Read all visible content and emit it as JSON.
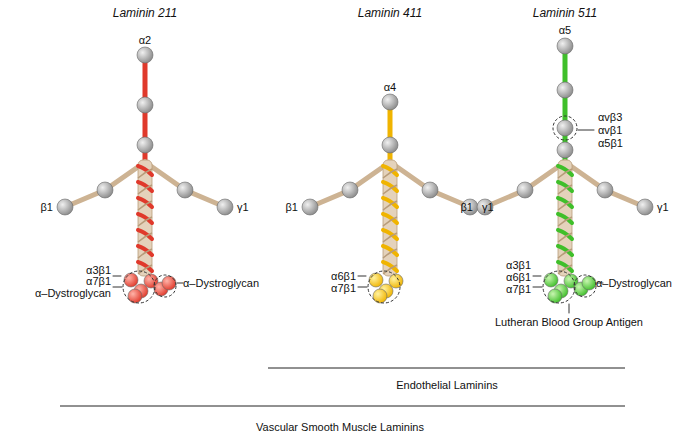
{
  "diagram": {
    "labels": [
      "Laminin 211",
      "Laminin 411",
      "Laminin 511",
      "α2",
      "β1",
      "γ1",
      "α3β1",
      "α7β1",
      "α–Dystroglycan",
      "α–Dystroglycan",
      "α4",
      "β1",
      "γ1",
      "α6β1",
      "α7β1",
      "α5",
      "αvβ3",
      "αvβ1",
      "α5β1",
      "β1",
      "γ1",
      "α3β1",
      "α6β1",
      "α7β1",
      "α–Dystroglycan",
      "Lutheran Blood Group Antigen",
      "Endothelial Laminins",
      "Vascular Smooth Muscle Laminins"
    ]
  }
}
